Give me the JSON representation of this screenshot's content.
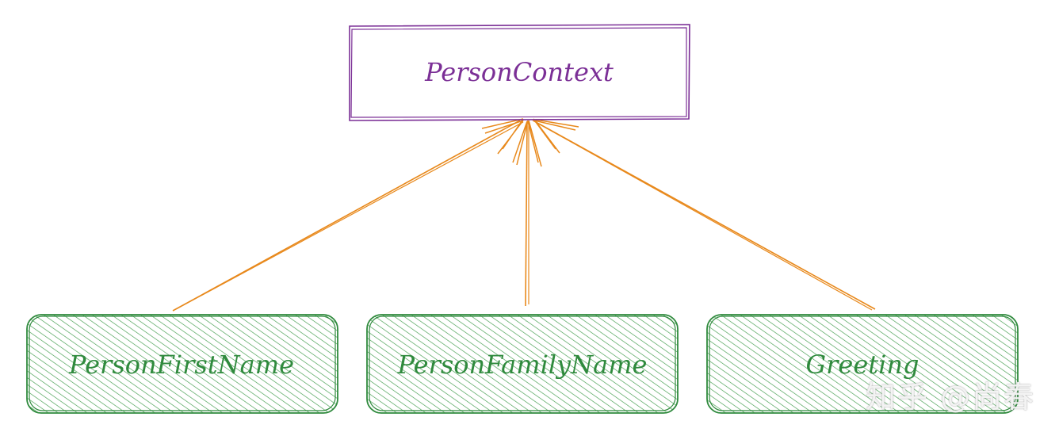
{
  "diagram": {
    "context_node": {
      "label": "PersonContext",
      "color": "#7b2f96"
    },
    "consumer_nodes": [
      {
        "label": "PersonFirstName",
        "color": "#2f8a3d"
      },
      {
        "label": "PersonFamilyName",
        "color": "#2f8a3d"
      },
      {
        "label": "Greeting",
        "color": "#2f8a3d"
      }
    ],
    "arrows": [
      {
        "from": "PersonFirstName",
        "to": "PersonContext"
      },
      {
        "from": "PersonFamilyName",
        "to": "PersonContext"
      },
      {
        "from": "Greeting",
        "to": "PersonContext"
      }
    ],
    "arrow_color": "#e8891c",
    "fill_pattern": "hachure"
  },
  "watermark": {
    "text": "知乎 @尚春"
  }
}
